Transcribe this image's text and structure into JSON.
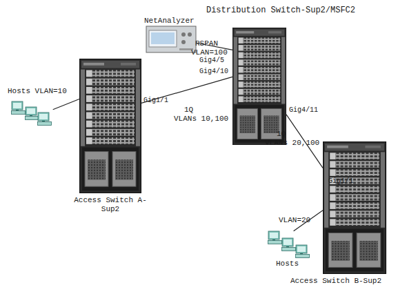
{
  "diagram": {
    "nodes": [
      {
        "text": [
          "Distribution Switch-Sup2/MSFC2"
        ]
      },
      {
        "text": [
          "NetAnalyzer"
        ]
      },
      {
        "text": [
          "Hosts VLAN=10"
        ]
      },
      {
        "text": [
          "Access Switch A-Sup2"
        ]
      },
      {
        "text": [
          "Access Switch B-Sup2"
        ]
      },
      {
        "text": [
          "VLAN=20",
          "Hosts"
        ]
      }
    ],
    "edges": [
      {
        "from": 1,
        "to": 0,
        "arrow": "none",
        "label": "RSPAN VLAN=100"
      },
      {
        "from": 2,
        "to": 3,
        "arrow": "none"
      },
      {
        "from": 3,
        "to": 0,
        "arrow": "none",
        "label": "1Q VLANs 10,100"
      },
      {
        "from": 0,
        "to": 4,
        "arrow": "none",
        "label": "1Q VLANs 20,100"
      },
      {
        "from": 5,
        "to": 4,
        "arrow": "none"
      }
    ],
    "labels": [
      "Gig4/5",
      "Gig4/10",
      "Gig1/1",
      "Gig4/11",
      "Gig1/1"
    ]
  }
}
